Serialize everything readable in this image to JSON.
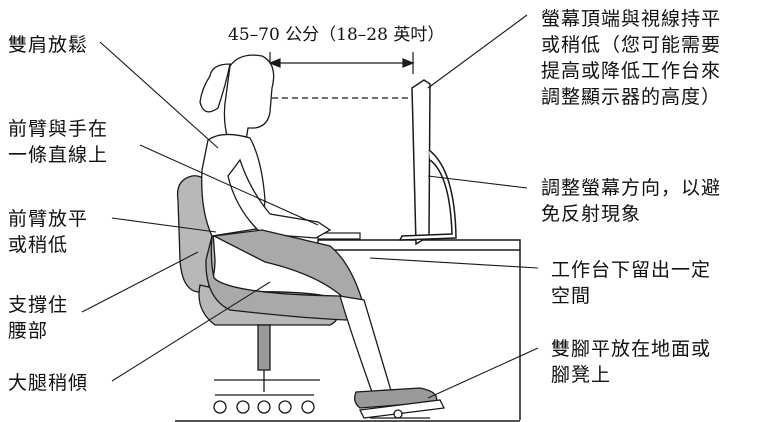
{
  "distance_label": "45–70 公分（18–28 英吋）",
  "labels_left": {
    "shoulders": [
      "雙肩放鬆"
    ],
    "forearm_line": [
      "前臂與手在",
      "一條直線上"
    ],
    "forearm_level": [
      "前臂放平",
      "或稍低"
    ],
    "lumbar": [
      "支撐住",
      "腰部"
    ],
    "thighs": [
      "大腿稍傾"
    ]
  },
  "labels_right": {
    "screen_top": [
      "螢幕頂端與視線持平",
      "或稍低（您可能需要",
      "提高或降低工作台來",
      "調整顯示器的高度）"
    ],
    "screen_angle": [
      "調整螢幕方向，以避",
      "免反射現象"
    ],
    "clearance": [
      "工作台下留出一定",
      "空間"
    ],
    "feet": [
      "雙腳平放在地面或",
      "腳凳上"
    ]
  },
  "colors": {
    "ink": "#1a1a1a",
    "chair": "#b8b8b8",
    "chair_dark": "#9a9a9a",
    "pants": "#a9a9a9",
    "skin": "#ffffff",
    "desk": "#ffffff"
  }
}
